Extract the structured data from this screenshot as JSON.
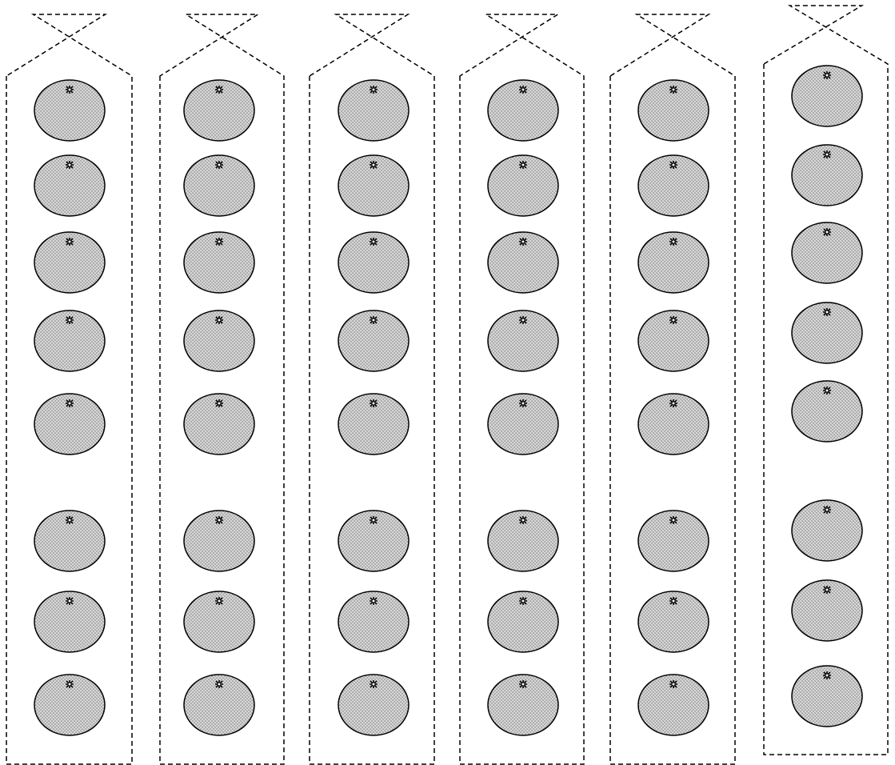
{
  "diagram": {
    "colors": {
      "line": "#000000",
      "fruit_fill": "#d6d6d6",
      "fruit_dots": "#7a7a7a",
      "background": "#ffffff"
    },
    "fruit_icon": "orange-icon",
    "bags": [
      {
        "fruit_count": 8
      },
      {
        "fruit_count": 8
      },
      {
        "fruit_count": 8
      },
      {
        "fruit_count": 8
      },
      {
        "fruit_count": 8
      },
      {
        "fruit_count": 8
      }
    ]
  }
}
